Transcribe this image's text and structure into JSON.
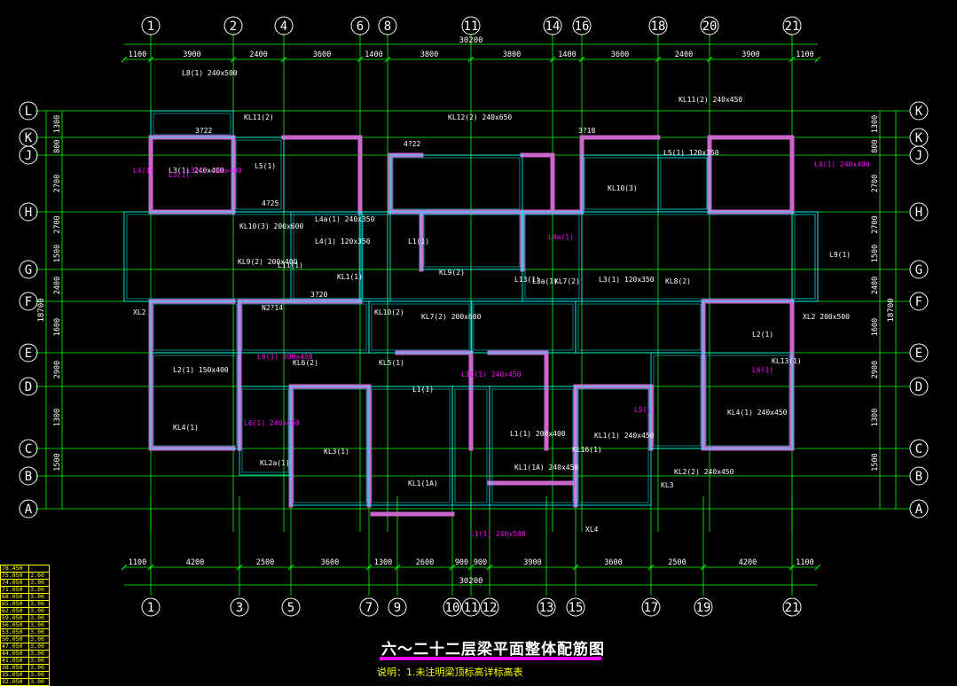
{
  "title": "六～二十二层梁平面整体配筋图",
  "note": "说明：1.未注明梁顶标高详标高表",
  "grid_top": [
    "1",
    "2",
    "4",
    "6",
    "8",
    "11",
    "14",
    "16",
    "18",
    "20",
    "21"
  ],
  "grid_bottom": [
    "1",
    "3",
    "5",
    "7",
    "9",
    "10",
    "11",
    "12",
    "13",
    "15",
    "17",
    "19",
    "21"
  ],
  "grid_rows_left": [
    "L",
    "K",
    "J",
    "H",
    "G",
    "F",
    "E",
    "D",
    "C",
    "B",
    "A"
  ],
  "grid_rows_right": [
    "K",
    "K",
    "J",
    "H",
    "G",
    "F",
    "E",
    "D",
    "C",
    "B",
    "A"
  ],
  "dims_top": [
    "1100",
    "3900",
    "2400",
    "3600",
    "1400",
    "3800",
    "3800",
    "1400",
    "3600",
    "2400",
    "3900",
    "1100"
  ],
  "dims_bottom": [
    "1100",
    "4200",
    "2500",
    "3600",
    "1300",
    "2600",
    "900",
    "900",
    "3900",
    "3600",
    "2500",
    "4200",
    "1100"
  ],
  "dim_total": "30200",
  "dims_left": [
    "1300",
    "800",
    "2700",
    "2700",
    "1500",
    "2400",
    "1600",
    "2900",
    "1300",
    "1500"
  ],
  "dim_total_vertical": "18700",
  "beam_labels_white": [
    "L8(1) 240x500",
    "KL11(2)",
    "KL12(2) 240x650",
    "KL11(2) 240x450",
    "L3(1) 240x400",
    "L5(1)",
    "KL10(3)",
    "L5(1) 120x350",
    "KL10(3) 200x600",
    "L4a(1) 240x350",
    "L4(1) 120x350",
    "KL9(2) 200x400",
    "L11(1)",
    "KL1(1)",
    "L1(1)",
    "KL8(2)",
    "KL9(2)",
    "L13(1)",
    "L9(1)",
    "L3a(1)",
    "KL7(2)",
    "L3(1) 120x350",
    "KL10(2)",
    "KL7(2) 200x600",
    "KL6(2)",
    "KL5(1)",
    "L1(1)",
    "L2(1) 150x400",
    "L2(1)",
    "KL13(1)",
    "KL4(1)",
    "KL3(1)",
    "KL2a(1)",
    "KL1(1A)",
    "L1(1) 200x400",
    "KL1(1A) 240x450",
    "KL1(1) 240x450",
    "KL2(2) 240x450",
    "KL4(1) 240x450",
    "KL16(1)",
    "KL3",
    "XL2",
    "XL4",
    "XL2 200x500",
    "N2?14",
    "3?22",
    "4?22",
    "4?25",
    "3?20",
    "3?18"
  ],
  "beam_labels_magenta": [
    "L4(1)",
    "L3(1)",
    "L6(1) 200x450",
    "L6(1)",
    "L6(1) 240x450",
    "L5(1)",
    "L1(1) 240x500",
    "L4a(1)",
    "L3(1) 240x400",
    "L10(1) 240x450",
    "L4(1) 240x400"
  ],
  "level_table": [
    [
      "78.450",
      ""
    ],
    [
      "75.850",
      "2.60"
    ],
    [
      "74.050",
      "3.00"
    ],
    [
      "71.050",
      "3.00"
    ],
    [
      "68.050",
      "3.00"
    ],
    [
      "65.050",
      "3.00"
    ],
    [
      "62.050",
      "3.00"
    ],
    [
      "59.050",
      "3.00"
    ],
    [
      "56.050",
      "3.00"
    ],
    [
      "53.050",
      "3.00"
    ],
    [
      "50.050",
      "3.00"
    ],
    [
      "47.050",
      "3.00"
    ],
    [
      "44.050",
      "3.00"
    ],
    [
      "41.050",
      "3.00"
    ],
    [
      "38.050",
      "3.00"
    ],
    [
      "35.050",
      "3.00"
    ],
    [
      "32.050",
      "3.00"
    ]
  ],
  "colors": {
    "grid": "#00ff00",
    "wall": "#cc66cc",
    "beam": "#00ffff",
    "text": "#ffffff",
    "text_alt": "#ffff00",
    "accent": "#ff00ff"
  }
}
